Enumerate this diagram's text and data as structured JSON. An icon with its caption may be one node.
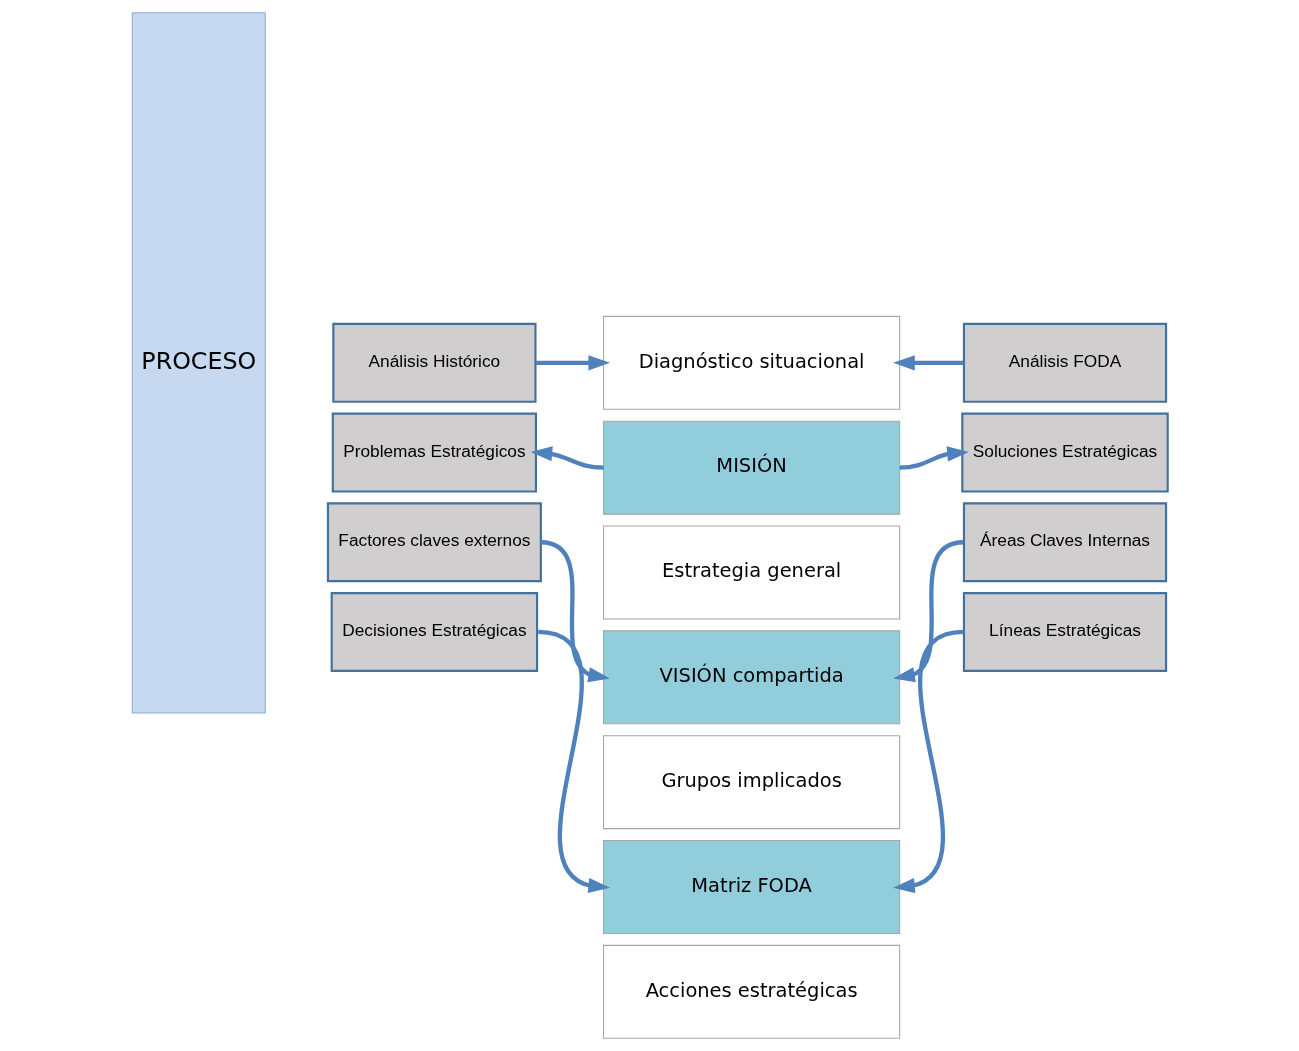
{
  "diagram": {
    "nodes": [
      {
        "text": [
          "PROCESO"
        ]
      },
      {
        "text": [
          "Análisis Histórico"
        ]
      },
      {
        "text": [
          "Diagnóstico situacional"
        ]
      },
      {
        "text": [
          "Análisis FODA"
        ]
      },
      {
        "text": [
          "Problemas Estratégicos"
        ]
      },
      {
        "text": [
          "MISIÓN"
        ]
      },
      {
        "text": [
          "Soluciones Estratégicas"
        ]
      },
      {
        "text": [
          "Estrategia general"
        ]
      },
      {
        "text": [
          "VISIÓN compartida"
        ]
      },
      {
        "text": [
          "Factores claves externos"
        ]
      },
      {
        "text": [
          "Áreas Claves Internas"
        ]
      },
      {
        "text": [
          "Grupos implicados"
        ]
      },
      {
        "text": [
          "Matriz FODA"
        ]
      },
      {
        "text": [
          "Decisiones Estratégicas"
        ]
      },
      {
        "text": [
          "Líneas Estratégicas"
        ]
      },
      {
        "text": [
          "Acciones estratégicas"
        ]
      }
    ],
    "edges": [
      {
        "from": 1,
        "to": 2,
        "arrow": "to"
      },
      {
        "from": 3,
        "to": 2,
        "arrow": "to"
      },
      {
        "from": 5,
        "to": 4,
        "arrow": "to"
      },
      {
        "from": 5,
        "to": 6,
        "arrow": "to"
      },
      {
        "from": 9,
        "to": 8,
        "arrow": "to"
      },
      {
        "from": 10,
        "to": 8,
        "arrow": "to"
      },
      {
        "from": 13,
        "to": 12,
        "arrow": "to"
      },
      {
        "from": 14,
        "to": 12,
        "arrow": "to"
      }
    ]
  }
}
